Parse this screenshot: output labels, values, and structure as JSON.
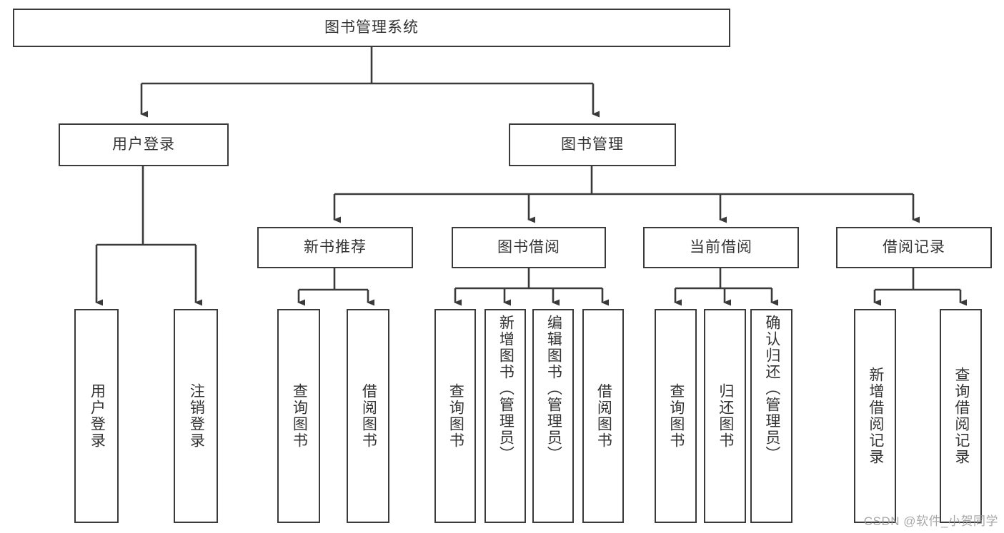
{
  "diagram": {
    "type": "tree-hierarchy-flowchart",
    "title": "图书管理系统",
    "background_color": "#ffffff",
    "node_border_color": "#3a3a3a",
    "text_color": "#333333",
    "root": {
      "id": "root",
      "label": "图书管理系统",
      "orientation": "horizontal"
    },
    "level1": [
      {
        "id": "user-login",
        "label": "用户登录",
        "orientation": "horizontal"
      },
      {
        "id": "book-manage",
        "label": "图书管理",
        "orientation": "horizontal"
      }
    ],
    "level2": [
      {
        "id": "new-book-recommend",
        "label": "新书推荐",
        "orientation": "horizontal",
        "parent": "book-manage"
      },
      {
        "id": "book-borrow",
        "label": "图书借阅",
        "orientation": "horizontal",
        "parent": "book-manage"
      },
      {
        "id": "current-borrow",
        "label": "当前借阅",
        "orientation": "horizontal",
        "parent": "book-manage"
      },
      {
        "id": "borrow-record",
        "label": "借阅记录",
        "orientation": "horizontal",
        "parent": "book-manage"
      }
    ],
    "leaves": [
      {
        "id": "leaf-user-login",
        "label": "用户登录",
        "parent": "user-login",
        "orientation": "vertical"
      },
      {
        "id": "leaf-logout-login",
        "label": "注销登录",
        "parent": "user-login",
        "orientation": "vertical"
      },
      {
        "id": "leaf-query-book-1",
        "label": "查询图书",
        "parent": "new-book-recommend",
        "orientation": "vertical"
      },
      {
        "id": "leaf-borrow-book-1",
        "label": "借阅图书",
        "parent": "new-book-recommend",
        "orientation": "vertical"
      },
      {
        "id": "leaf-query-book-2",
        "label": "查询图书",
        "parent": "book-borrow",
        "orientation": "vertical"
      },
      {
        "id": "leaf-add-book",
        "label": "新增图书（管理员）",
        "parent": "book-borrow",
        "orientation": "vertical"
      },
      {
        "id": "leaf-edit-book",
        "label": "编辑图书（管理员）",
        "parent": "book-borrow",
        "orientation": "vertical"
      },
      {
        "id": "leaf-borrow-book-2",
        "label": "借阅图书",
        "parent": "book-borrow",
        "orientation": "vertical"
      },
      {
        "id": "leaf-query-book-3",
        "label": "查询图书",
        "parent": "current-borrow",
        "orientation": "vertical"
      },
      {
        "id": "leaf-return-book",
        "label": "归还图书",
        "parent": "current-borrow",
        "orientation": "vertical"
      },
      {
        "id": "leaf-confirm-return",
        "label": "确认归还（管理员）",
        "parent": "current-borrow",
        "orientation": "vertical"
      },
      {
        "id": "leaf-add-record",
        "label": "新增借阅记录",
        "parent": "borrow-record",
        "orientation": "vertical"
      },
      {
        "id": "leaf-query-record",
        "label": "查询借阅记录",
        "parent": "borrow-record",
        "orientation": "vertical"
      }
    ]
  },
  "watermark": {
    "text": "CSDN @软件_小贺同学"
  }
}
